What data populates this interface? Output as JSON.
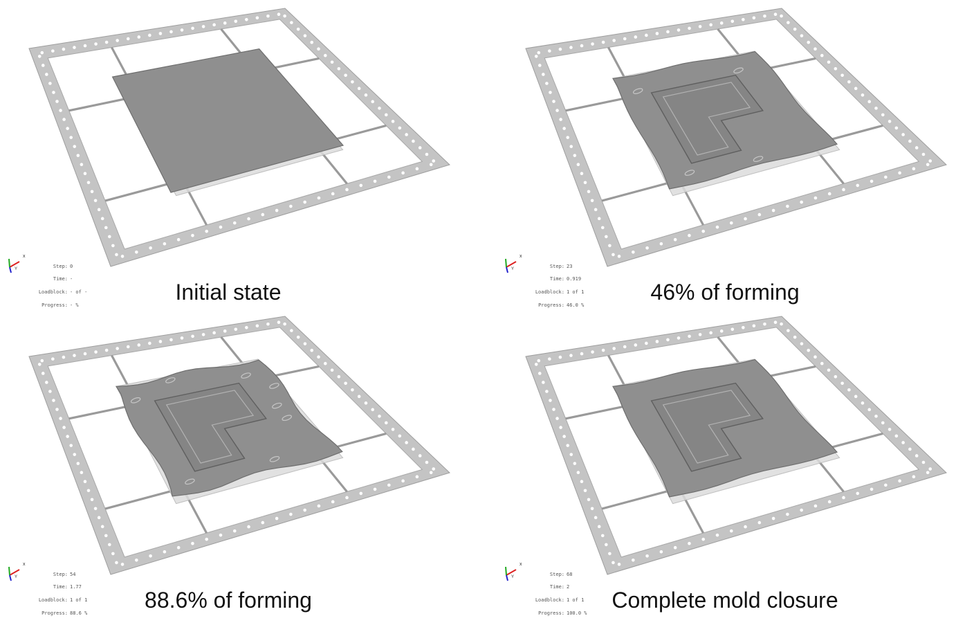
{
  "panels": [
    {
      "caption": "Initial state",
      "state": "initial",
      "info": {
        "step_label": "Step:",
        "step": "0",
        "time_label": "Time:",
        "time": "-",
        "loadblock_label": "Loadblock:",
        "loadblock": "- of -",
        "progress_label": "Progress:",
        "progress": "- %"
      }
    },
    {
      "caption": "46% of forming",
      "state": "partial",
      "info": {
        "step_label": "Step:",
        "step": "23",
        "time_label": "Time:",
        "time": "0.919",
        "loadblock_label": "Loadblock:",
        "loadblock": "1 of 1",
        "progress_label": "Progress:",
        "progress": "46.0 %"
      }
    },
    {
      "caption": "88.6% of forming",
      "state": "wrinkled",
      "info": {
        "step_label": "Step:",
        "step": "54",
        "time_label": "Time:",
        "time": "1.77",
        "loadblock_label": "Loadblock:",
        "loadblock": "1 of 1",
        "progress_label": "Progress:",
        "progress": "88.6 %"
      }
    },
    {
      "caption": "Complete mold closure",
      "state": "closed",
      "info": {
        "step_label": "Step:",
        "step": "68",
        "time_label": "Time:",
        "time": "2",
        "loadblock_label": "Loadblock:",
        "loadblock": "1 of 1",
        "progress_label": "Progress:",
        "progress": "100.0 %"
      }
    }
  ],
  "axis": {
    "x_label": "x",
    "y_label": "Y"
  },
  "colors": {
    "frame": "#c4c4c4",
    "sheet": "#8f8f8f",
    "sheet_edge": "#6e6e6e",
    "tool": "#dcdcdc"
  }
}
